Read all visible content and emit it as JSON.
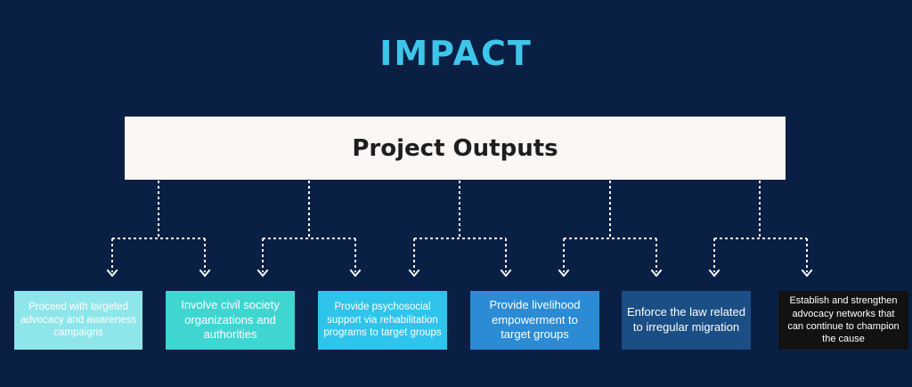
{
  "title": "IMPACT",
  "outputs_label": "Project Outputs",
  "colors": {
    "background": "#0a1f44",
    "title": "#3ec6ea",
    "connector": "#ffffff"
  },
  "cards": [
    {
      "text": "Proceed with targeted advocacy and awareness campaigns",
      "color": "#8ee6ea"
    },
    {
      "text": "Involve civil society organizations and authorities",
      "color": "#3fd6d2"
    },
    {
      "text": "Provide psychosocial support via rehabilitation programs to target groups",
      "color": "#2ec4ec"
    },
    {
      "text": "Provide livelihood empowerment to target groups",
      "color": "#2b8bd4"
    },
    {
      "text": "Enforce the law related to irregular migration",
      "color": "#1b4e84"
    },
    {
      "text": "Establish and strengthen advocacy networks that can continue to champion the cause",
      "color": "#121212"
    }
  ]
}
